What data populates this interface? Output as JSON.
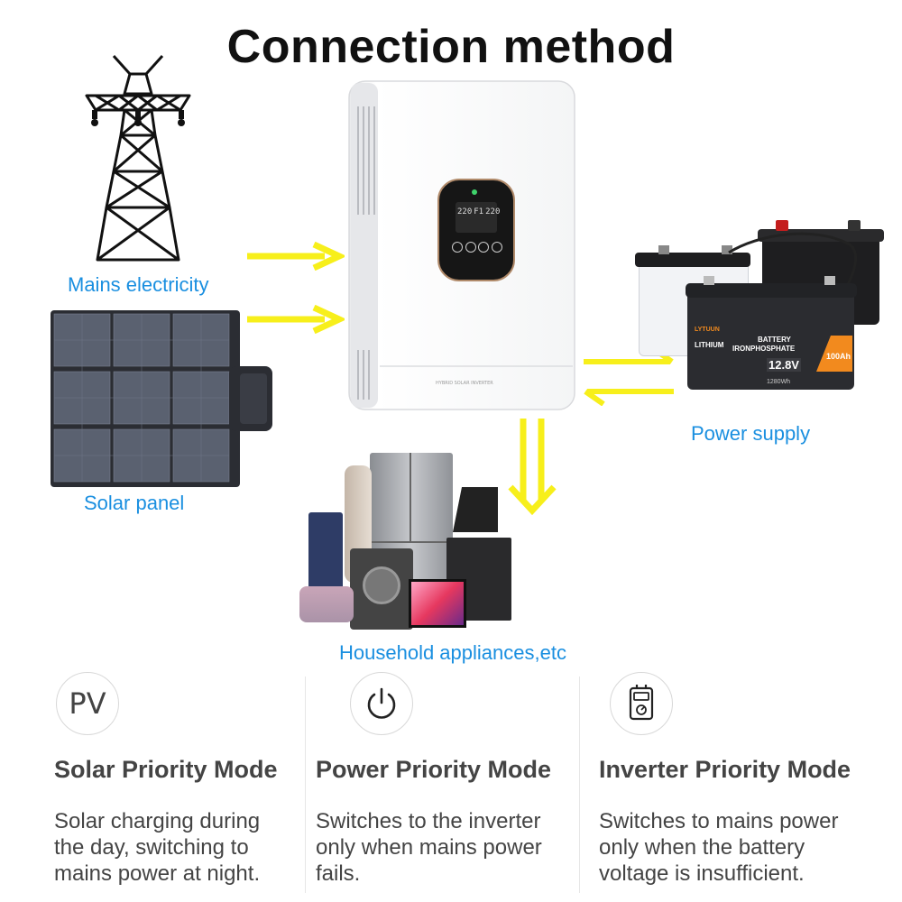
{
  "title": "Connection method",
  "labels": {
    "mains": "Mains electricity",
    "solar": "Solar panel",
    "supply": "Power supply",
    "appliances": "Household appliances,etc"
  },
  "battery": {
    "brand": "LYTUUN",
    "line1": "LITHIUM",
    "line2": "BATTERY",
    "line3": "IRONPHOSPHATE",
    "capacity": "100Ah",
    "voltage": "12.8V",
    "energy": "1280Wh"
  },
  "display": {
    "left": "220",
    "mid": "F1",
    "right": "220"
  },
  "modes": [
    {
      "icon": "PV",
      "title": "Solar Priority Mode",
      "desc": [
        "Solar charging during",
        "the day, switching to",
        "mains power at night."
      ]
    },
    {
      "icon": "power-icon",
      "title": "Power Priority Mode",
      "desc": [
        "Switches to the inverter",
        "only when mains power",
        "fails."
      ]
    },
    {
      "icon": "battery-meter-icon",
      "title": "Inverter Priority Mode",
      "desc": [
        "Switches to mains power",
        "only when the battery",
        "voltage is insufficient."
      ]
    }
  ],
  "colors": {
    "accent_blue": "#1a8fe0",
    "arrow_yellow": "#f7ef1b",
    "battery_orange": "#f28a1e"
  }
}
